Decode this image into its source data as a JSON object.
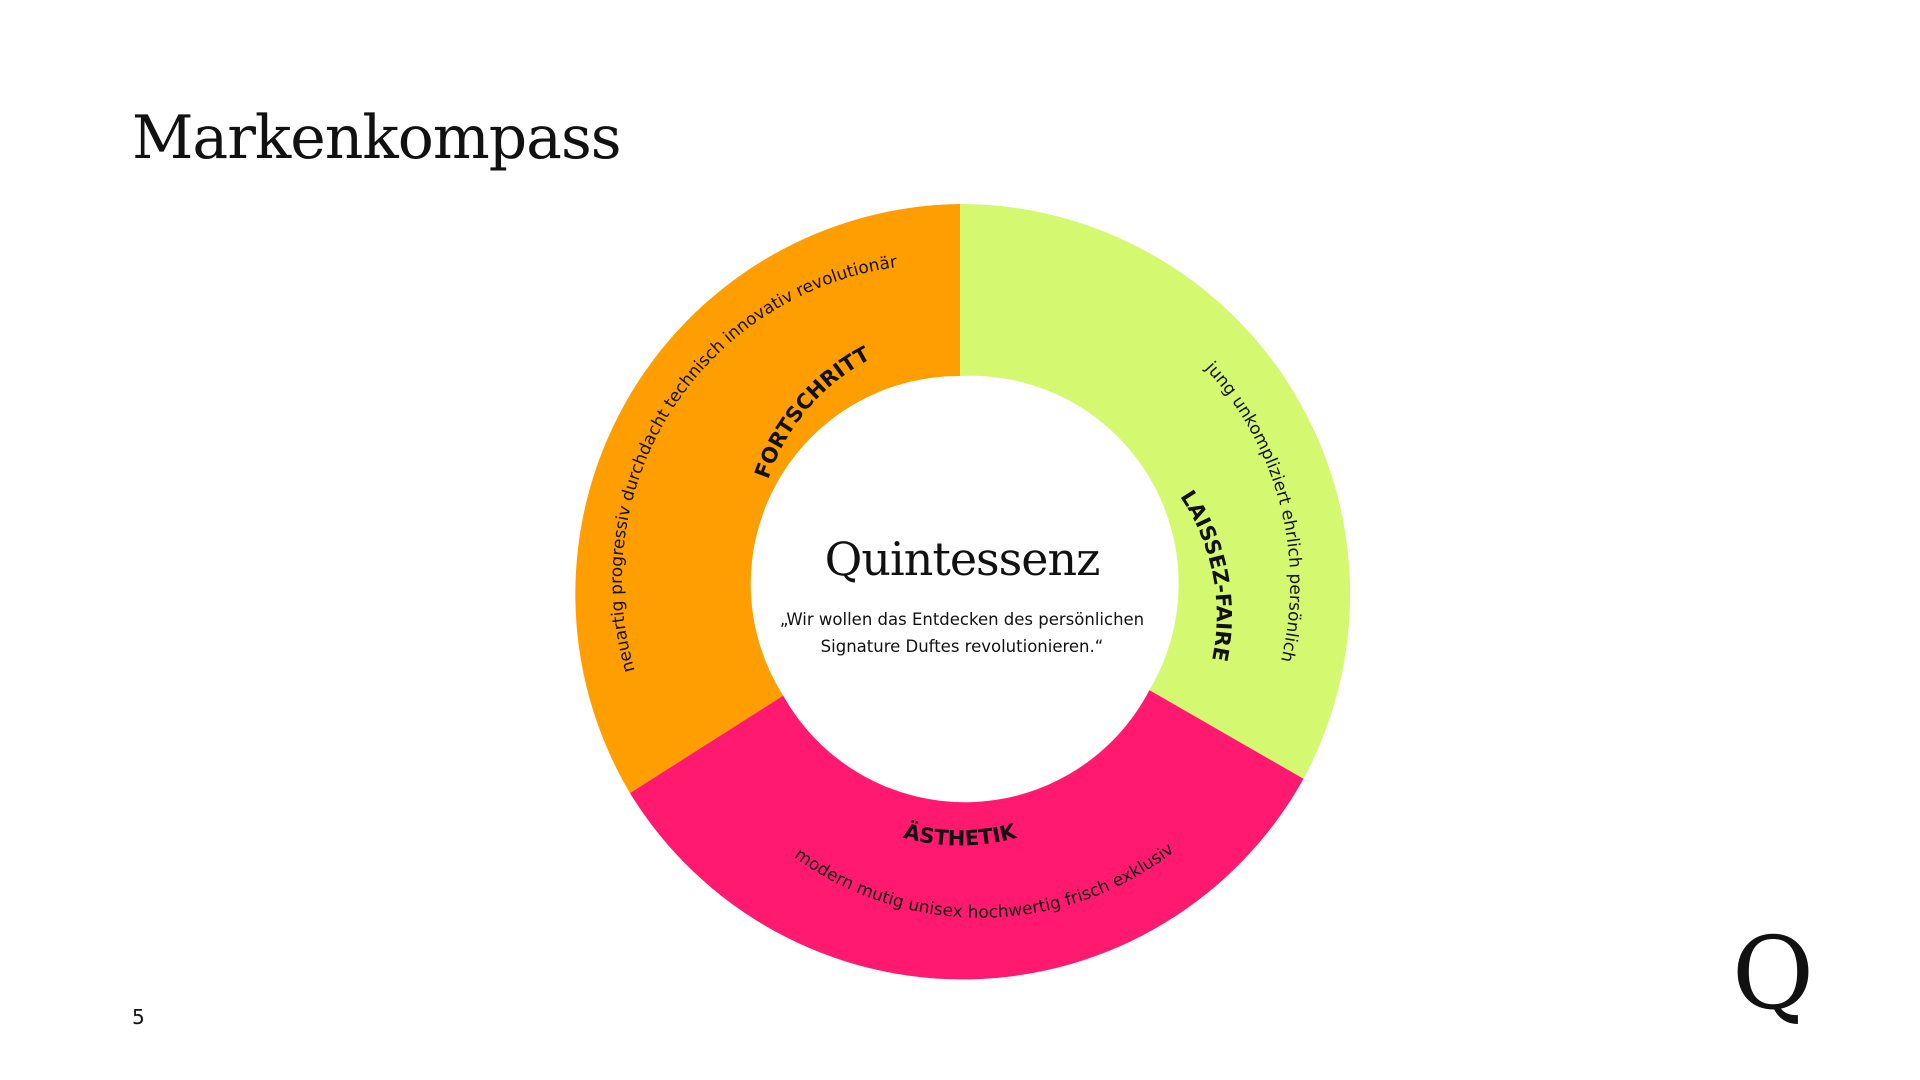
{
  "slide": {
    "title": "Markenkompass",
    "page_number": "5",
    "logo_letter": "Q"
  },
  "center": {
    "title": "Quintessenz",
    "quote_line1": "„Wir wollen das Entdecken des persönlichen",
    "quote_line2": "Signature Duftes revolutionieren.“"
  },
  "segments": [
    {
      "id": "fortschritt",
      "label": "FORTSCHRITT",
      "attributes": "neuartig progressiv durchdacht technisch innovativ revolutionär",
      "color": "#FF9E00"
    },
    {
      "id": "laissez-faire",
      "label": "LAISSEZ-FAIRE",
      "attributes": "jung unkompliziert ehrlich persönlich",
      "color": "#D4F870"
    },
    {
      "id": "aesthetik",
      "label": "ÄSTHETIK",
      "attributes": "modern mutig unisex hochwertig frisch exklusiv",
      "color": "#FF1A70"
    }
  ]
}
